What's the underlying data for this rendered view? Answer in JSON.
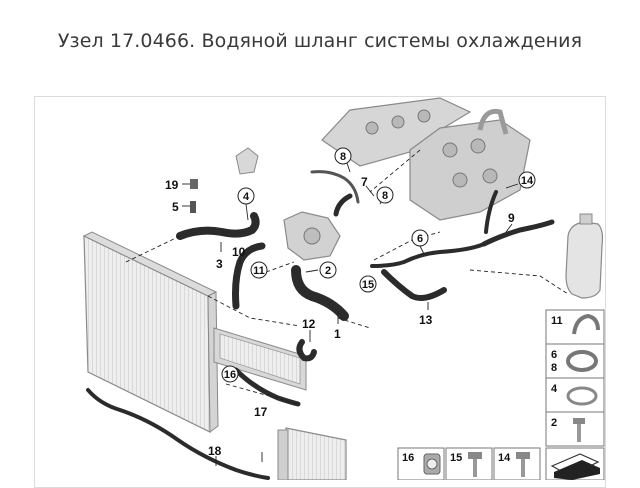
{
  "title": "Узел 17.0466. Водяной шланг системы охлаждения",
  "callouts": {
    "c1": "1",
    "c2": "2",
    "c3": "3",
    "c4": "4",
    "c5": "5",
    "c6": "6",
    "c7": "7",
    "c8a": "8",
    "c8b": "8",
    "c9": "9",
    "c10": "10",
    "c11": "11",
    "c12": "12",
    "c13": "13",
    "c14": "14",
    "c15": "15",
    "c16": "16",
    "c17": "17",
    "c18": "18",
    "c19": "19"
  },
  "legend": {
    "r11": "11",
    "r6": "6",
    "r8": "8",
    "r4": "4",
    "r2": "2",
    "b16": "16",
    "b15": "15",
    "b14": "14"
  }
}
